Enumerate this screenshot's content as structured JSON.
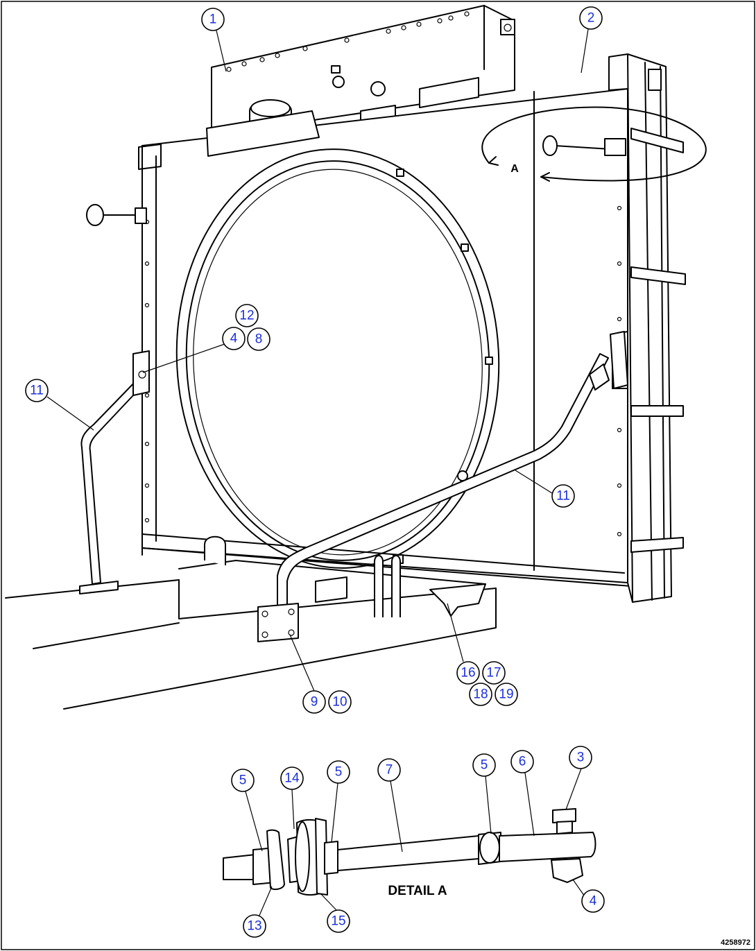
{
  "figure_id": "4258972",
  "detail_label": "DETAIL A",
  "view_letter": "A",
  "callouts": [
    {
      "id": "c1",
      "label": "1"
    },
    {
      "id": "c2",
      "label": "2"
    },
    {
      "id": "c12",
      "label": "12"
    },
    {
      "id": "c4a",
      "label": "4"
    },
    {
      "id": "c8",
      "label": "8"
    },
    {
      "id": "c11a",
      "label": "11"
    },
    {
      "id": "c11b",
      "label": "11"
    },
    {
      "id": "c9",
      "label": "9"
    },
    {
      "id": "c10",
      "label": "10"
    },
    {
      "id": "c16",
      "label": "16"
    },
    {
      "id": "c17",
      "label": "17"
    },
    {
      "id": "c18",
      "label": "18"
    },
    {
      "id": "c19",
      "label": "19"
    },
    {
      "id": "c5a",
      "label": "5"
    },
    {
      "id": "c14",
      "label": "14"
    },
    {
      "id": "c5b",
      "label": "5"
    },
    {
      "id": "c7",
      "label": "7"
    },
    {
      "id": "c5c",
      "label": "5"
    },
    {
      "id": "c6",
      "label": "6"
    },
    {
      "id": "c3",
      "label": "3"
    },
    {
      "id": "c4b",
      "label": "4"
    },
    {
      "id": "c13",
      "label": "13"
    },
    {
      "id": "c15",
      "label": "15"
    }
  ]
}
